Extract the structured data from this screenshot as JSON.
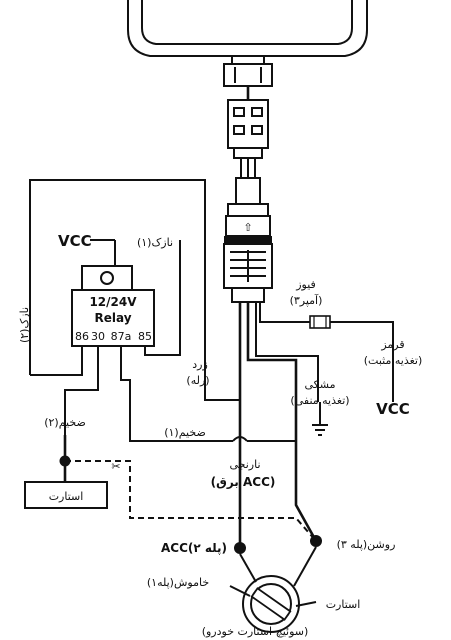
{
  "relay": {
    "voltage": "12/24V",
    "name": "Relay",
    "pins": [
      "86",
      "30",
      "87a",
      "85"
    ]
  },
  "labels": {
    "vcc_top": "VCC",
    "thin1": "نازک(۱)",
    "thin2": "نازک(۲)",
    "yellow": "زرد",
    "yellow_sub": "(رله)",
    "fuse": "فیوز",
    "fuse_sub": "(۳آمپر)",
    "red": "قرمز",
    "red_sub": "(تغذیه مثبت)",
    "vcc_right": "VCC",
    "black": "مشکی",
    "black_sub": "(تغذیه منفی)",
    "thick2": "ضخیم(۲)",
    "thick1": "ضخیم(۱)",
    "orange": "نارنجی",
    "orange_sub": "(برق ACC)",
    "start_box": "استارت",
    "on_pos": "روشن(پله ۳)",
    "acc_pos": "ACC(پله ۲)",
    "off_pos": "خاموش(پله۱)",
    "start_pos": "استارت",
    "switch": "(سوئیچ استارت خودرو)",
    "arrow_symbol": "⇧",
    "scissors": "✂"
  }
}
